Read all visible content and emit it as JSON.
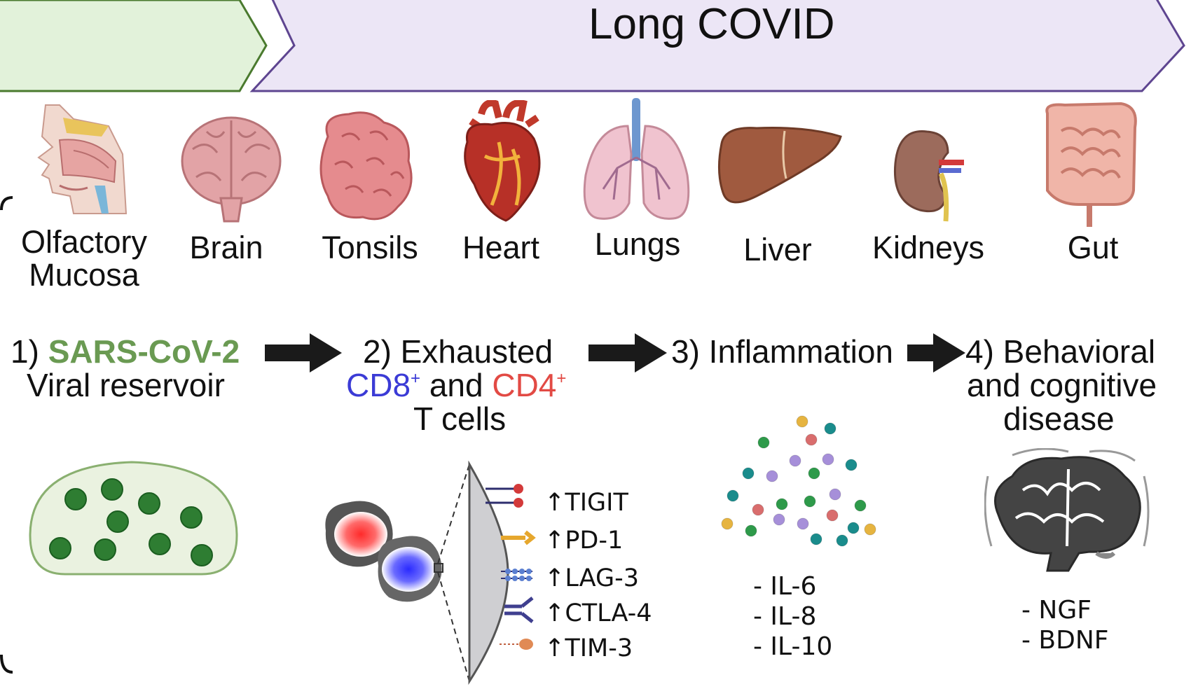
{
  "header": {
    "title": "Long COVID",
    "acute_color": "#e2f2da",
    "acute_border": "#4a7a2e",
    "long_color": "#ece6f6",
    "long_border": "#5e4590"
  },
  "organs": [
    {
      "label_line1": "Olfactory",
      "label_line2": "Mucosa",
      "icon": "olfactory-mucosa-icon"
    },
    {
      "label_line1": "Brain",
      "icon": "brain-icon"
    },
    {
      "label_line1": "Tonsils",
      "icon": "tonsils-icon"
    },
    {
      "label_line1": "Heart",
      "icon": "heart-icon"
    },
    {
      "label_line1": "Lungs",
      "icon": "lungs-icon"
    },
    {
      "label_line1": "Liver",
      "icon": "liver-icon"
    },
    {
      "label_line1": "Kidneys",
      "icon": "kidneys-icon"
    },
    {
      "label_line1": "Gut",
      "icon": "gut-icon"
    }
  ],
  "steps": {
    "s1": {
      "prefix": "1) ",
      "highlight": "SARS-CoV-2",
      "line2": "Viral reservoir"
    },
    "s2": {
      "line1": "2) Exhausted",
      "cd8": "CD8",
      "plus": "+",
      "and": " and ",
      "cd4": "CD4",
      "line3": "T cells"
    },
    "s3": {
      "line1": "3) Inflammation"
    },
    "s4": {
      "line1": "4) Behavioral",
      "line2": "and cognitive",
      "line3": "disease"
    }
  },
  "markers": [
    "↑TIGIT",
    "↑PD-1",
    "↑LAG-3",
    "↑CTLA-4",
    "↑TIM-3"
  ],
  "cytokines": [
    "- IL-6",
    "- IL-8",
    "- IL-10"
  ],
  "neuro": [
    "- NGF",
    "- BDNF"
  ],
  "colors": {
    "virus": "#2e7d32",
    "reservoir": "#eaf2e0",
    "reservoir_border": "#8ab070",
    "cd8": "#3b3bd6",
    "cd4": "#e24a44",
    "arrow": "#1a1a1a"
  }
}
